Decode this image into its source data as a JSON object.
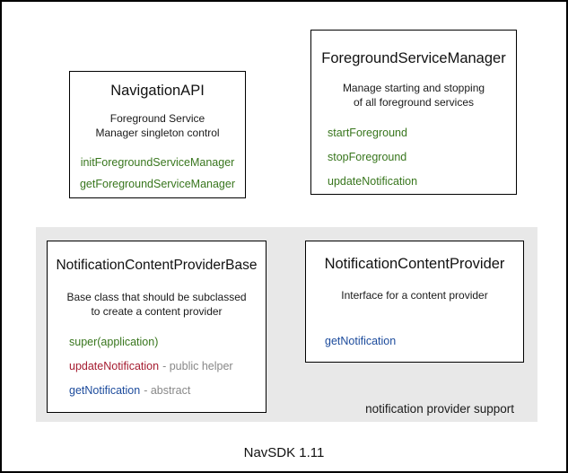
{
  "colors": {
    "green": "#38761d",
    "red": "#a51c30",
    "blue": "#1c4b9c",
    "gray": "#888888",
    "group_bg": "#e8e8e8",
    "border": "#000000"
  },
  "boxes": {
    "navigation_api": {
      "title": "NavigationAPI",
      "description": [
        "Foreground Service",
        "Manager singleton control"
      ],
      "methods": [
        {
          "name": "initForegroundServiceManager",
          "color": "green",
          "annotation": ""
        },
        {
          "name": "getForegroundServiceManager",
          "color": "green",
          "annotation": ""
        }
      ]
    },
    "foreground_service_manager": {
      "title": "ForegroundServiceManager",
      "description": [
        "Manage starting and stopping",
        "of all foreground services"
      ],
      "methods": [
        {
          "name": "startForeground",
          "color": "green",
          "annotation": ""
        },
        {
          "name": "stopForeground",
          "color": "green",
          "annotation": ""
        },
        {
          "name": "updateNotification",
          "color": "green",
          "annotation": ""
        }
      ]
    },
    "notification_content_provider_base": {
      "title": "NotificationContentProviderBase",
      "description": [
        "Base class that should be subclassed",
        "to create a content provider"
      ],
      "methods": [
        {
          "name": "super(application)",
          "color": "green",
          "annotation": ""
        },
        {
          "name": "updateNotification",
          "color": "red",
          "annotation": "- public helper"
        },
        {
          "name": "getNotification",
          "color": "blue",
          "annotation": "- abstract"
        }
      ]
    },
    "notification_content_provider": {
      "title": "NotificationContentProvider",
      "description": [
        "Interface for a content provider"
      ],
      "methods": [
        {
          "name": "getNotification",
          "color": "blue",
          "annotation": ""
        }
      ]
    }
  },
  "group": {
    "label": "notification provider support"
  },
  "footer": {
    "label": "NavSDK 1.11"
  }
}
